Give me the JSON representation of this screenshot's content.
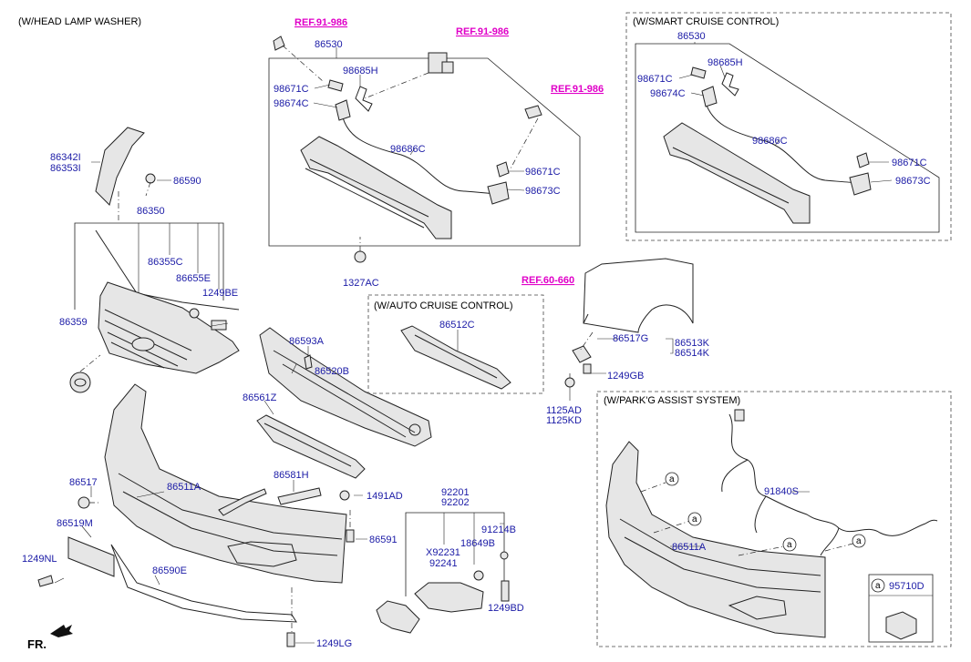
{
  "headers": {
    "head_lamp_washer": "(W/HEAD LAMP WASHER)",
    "smart_cruise": "(W/SMART CRUISE CONTROL)",
    "auto_cruise": "(W/AUTO CRUISE CONTROL)",
    "parking_assist": "(W/PARK'G ASSIST SYSTEM)"
  },
  "refs": {
    "ref_91_986_a": "REF.91-986",
    "ref_91_986_b": "REF.91-986",
    "ref_91_986_c": "REF.91-986",
    "ref_60_660": "REF.60-660"
  },
  "labels": {
    "p86530_main": "86530",
    "p98685H_main": "98685H",
    "p98671C_main_top": "98671C",
    "p98674C_main": "98674C",
    "p98686C_main": "98686C",
    "p98671C_main_right": "98671C",
    "p98673C_main": "98673C",
    "p1327AC": "1327AC",
    "p86530_scc": "86530",
    "p98685H_scc": "98685H",
    "p98671C_scc_top": "98671C",
    "p98674C_scc": "98674C",
    "p98686C_scc": "98686C",
    "p98671C_scc_right": "98671C",
    "p98673C_scc": "98673C",
    "p86342I": "86342I",
    "p86353I": "86353I",
    "p86590": "86590",
    "p86350": "86350",
    "p86355C": "86355C",
    "p86655E": "86655E",
    "p1249BE": "1249BE",
    "p86359": "86359",
    "p86593A": "86593A",
    "p86520B": "86520B",
    "p86561Z": "86561Z",
    "p86512C": "86512C",
    "p86517G": "86517G",
    "p86513K": "86513K",
    "p86514K": "86514K",
    "p1249GB": "1249GB",
    "p1125AD": "1125AD",
    "p1125KD": "1125KD",
    "p86517": "86517",
    "p86511A": "86511A",
    "p86581H": "86581H",
    "p1491AD": "1491AD",
    "p86519M": "86519M",
    "p1249NL": "1249NL",
    "p86590E": "86590E",
    "p86591": "86591",
    "p92201": "92201",
    "p92202": "92202",
    "p91214B": "91214B",
    "pX92231": "X92231",
    "p92241": "92241",
    "p18649B": "18649B",
    "p1249BD": "1249BD",
    "p1249LG": "1249LG",
    "p91840S": "91840S",
    "p86511A_pas": "86511A",
    "p95710D": "95710D",
    "circle_a": "a"
  },
  "direction_marker": "FR."
}
